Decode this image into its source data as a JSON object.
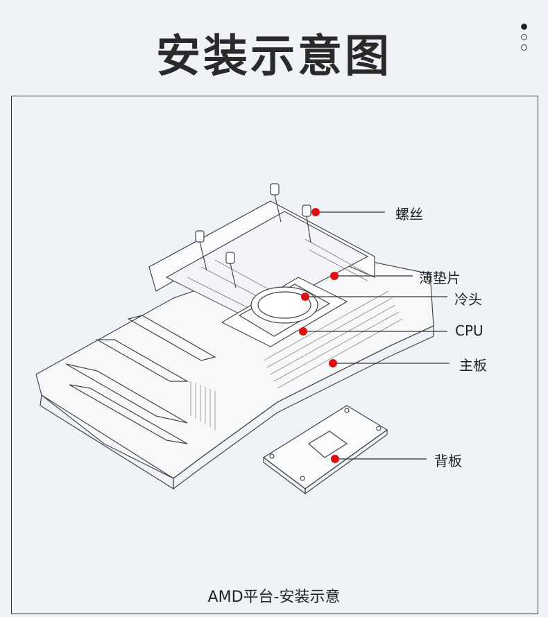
{
  "title": "安装示意图",
  "pager": {
    "count": 3,
    "active": 0
  },
  "labels": {
    "screw": "螺丝",
    "thermal_pad": "薄垫片",
    "cold_plate": "冷头",
    "cpu": "CPU",
    "motherboard": "主板",
    "backplate": "背板"
  },
  "caption": "AMD平台-安装示意",
  "colors": {
    "marker": "#e01010",
    "line": "#333333",
    "background": "#eff2f6"
  }
}
